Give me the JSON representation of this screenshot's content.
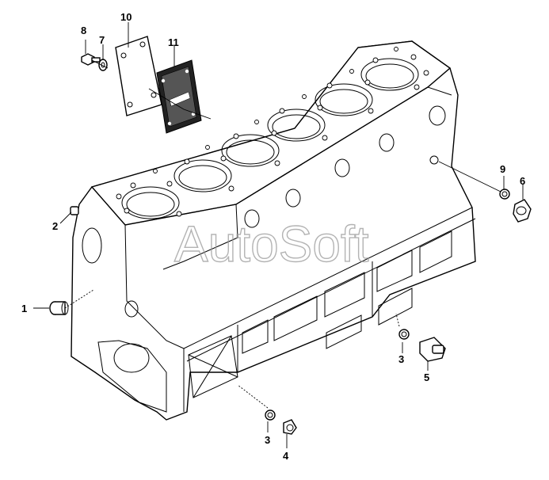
{
  "watermark": "AutoSoft",
  "callouts": {
    "c1": "1",
    "c2": "2",
    "c3a": "3",
    "c3b": "3",
    "c4": "4",
    "c5": "5",
    "c6": "6",
    "c7": "7",
    "c8": "8",
    "c9": "9",
    "c10": "10",
    "c11": "11"
  }
}
